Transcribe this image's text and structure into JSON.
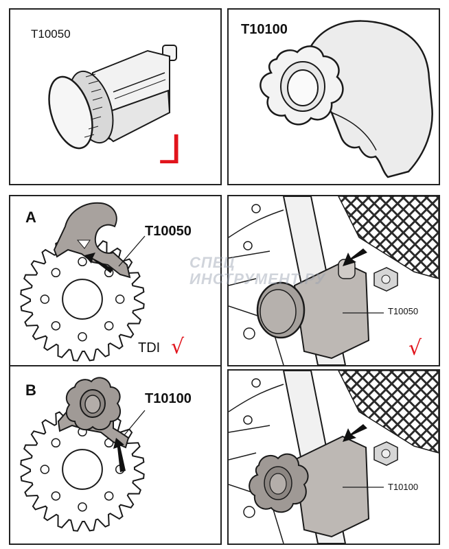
{
  "panels": {
    "tool1": {
      "code": "T10050",
      "mark": "⅃"
    },
    "tool2": {
      "code": "T10100"
    },
    "a": {
      "letter": "A",
      "code": "T10050",
      "engine": "TDI",
      "mark": "√"
    },
    "b": {
      "letter": "B",
      "code": "T10100"
    },
    "photo_a": {
      "code": "T10050",
      "mark": "√"
    },
    "photo_b": {
      "code": "T10100"
    }
  },
  "watermark": {
    "line1": "СПЕЦ",
    "line2": "ИНСТРУМЕНТ.РУ"
  },
  "colors": {
    "tool_fill": "#b9b3ae",
    "line": "#1a1a1a",
    "mark_red": "#e1141c"
  }
}
